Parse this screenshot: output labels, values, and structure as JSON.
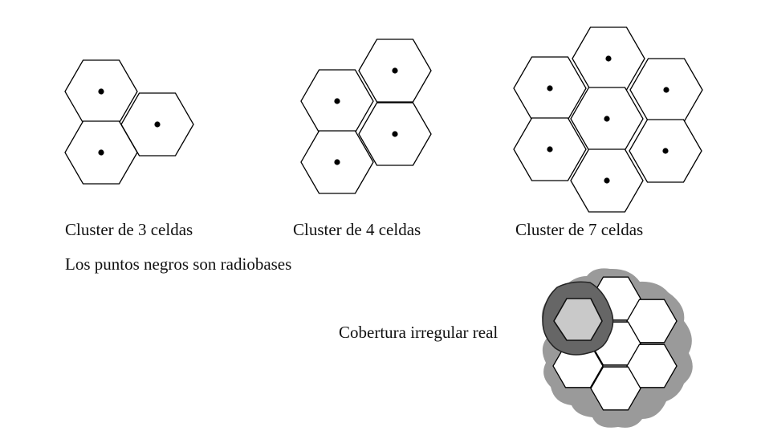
{
  "labels": {
    "cluster3": "Cluster de 3 celdas",
    "cluster4": "Cluster de 4 celdas",
    "cluster7": "Cluster de 7 celdas",
    "note": "Los puntos negros son radiobases",
    "coverage": "Cobertura irregular real"
  },
  "colors": {
    "cell_outline": "#000000",
    "base_station": "#000000",
    "coverage_outer": "#9a9a9a",
    "coverage_irregular": "#666666",
    "coverage_cell_fill": "#c9c9c9"
  },
  "diagram": {
    "clusters": [
      {
        "id": "cluster-3",
        "cells": 3
      },
      {
        "id": "cluster-4",
        "cells": 4
      },
      {
        "id": "cluster-7",
        "cells": 7
      }
    ]
  }
}
